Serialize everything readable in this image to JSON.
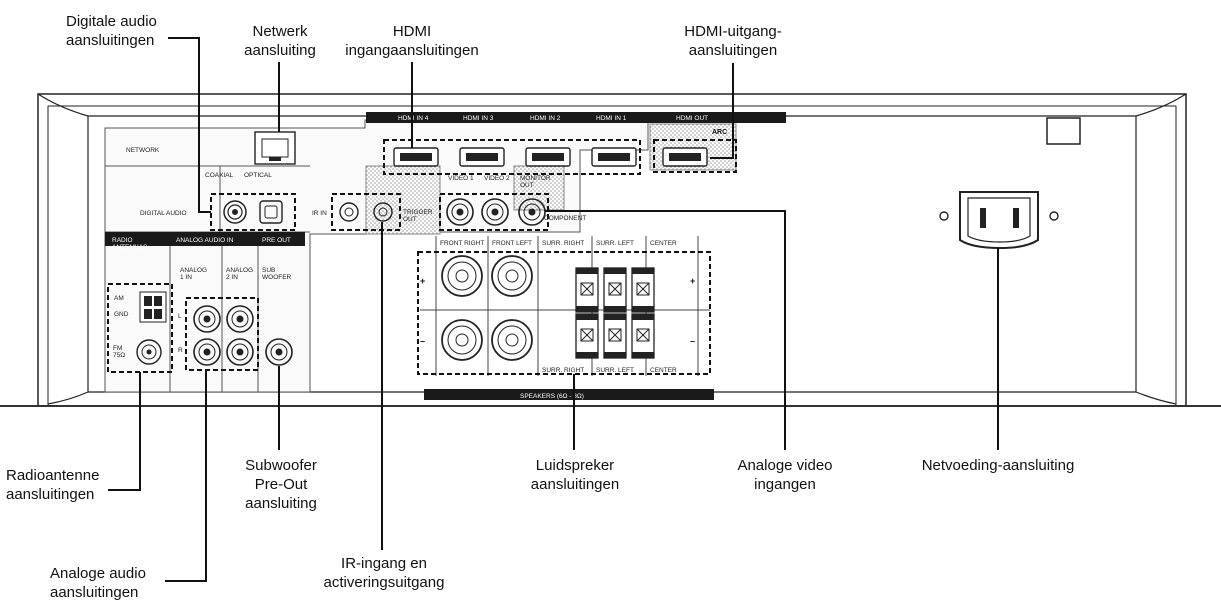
{
  "callouts": {
    "digital_audio": "Digitale audio\naansluitingen",
    "network": "Netwerk\naansluiting",
    "hdmi_in": "HDMI\ningangaansluitingen",
    "hdmi_out": "HDMI-uitgang-\naansluitingen",
    "radio_antenna": "Radioantenne\naansluitingen",
    "subwoofer": "Subwoofer\nPre-Out\naansluiting",
    "analog_audio": "Analoge audio\naansluitingen",
    "ir": "IR-ingang en\nactiveringsuitgang",
    "speakers": "Luidspreker\naansluitingen",
    "analog_video": "Analoge video\ningangen",
    "power": "Netvoeding-aansluiting"
  },
  "panel": {
    "network": "NETWORK",
    "coaxial": "COAXIAL",
    "optical": "OPTICAL",
    "digital_audio": "DIGITAL AUDIO",
    "ir_in": "IR IN",
    "trigger_out": "TRIGGER\nOUT",
    "radio_antennas": "RADIO\nANTENNAS",
    "analog_audio_in": "ANALOG AUDIO IN",
    "pre_out": "PRE OUT",
    "analog_1_in": "ANALOG\n1 IN",
    "analog_2_in": "ANALOG\n2 IN",
    "sub_woofer": "SUB\nWOOFER",
    "am": "AM",
    "gnd": "GND",
    "fm": "FM\n75Ω",
    "ch_l": "L",
    "ch_r": "R",
    "hdmi_in_4": "HDMI IN 4",
    "hdmi_in_3": "HDMI IN 3",
    "hdmi_in_2": "HDMI IN 2",
    "hdmi_in_1": "HDMI IN 1",
    "hdmi_out": "HDMI OUT",
    "arc": "ARC",
    "video_1": "VIDEO 1",
    "video_2": "VIDEO 2",
    "monitor_out": "MONITOR\nOUT",
    "component": "COMPONENT",
    "front_right": "FRONT RIGHT",
    "front_left": "FRONT LEFT",
    "surr_right": "SURR. RIGHT",
    "surr_left": "SURR. LEFT",
    "center": "CENTER",
    "plus": "+",
    "minus": "–",
    "speakers_band": "SPEAKERS (6Ω - 8Ω)"
  }
}
